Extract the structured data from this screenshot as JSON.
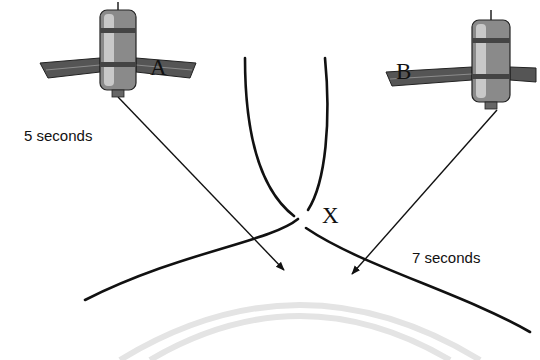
{
  "diagram": {
    "labels": [
      "A",
      "B",
      "X",
      "5 seconds",
      "7 seconds"
    ]
  }
}
